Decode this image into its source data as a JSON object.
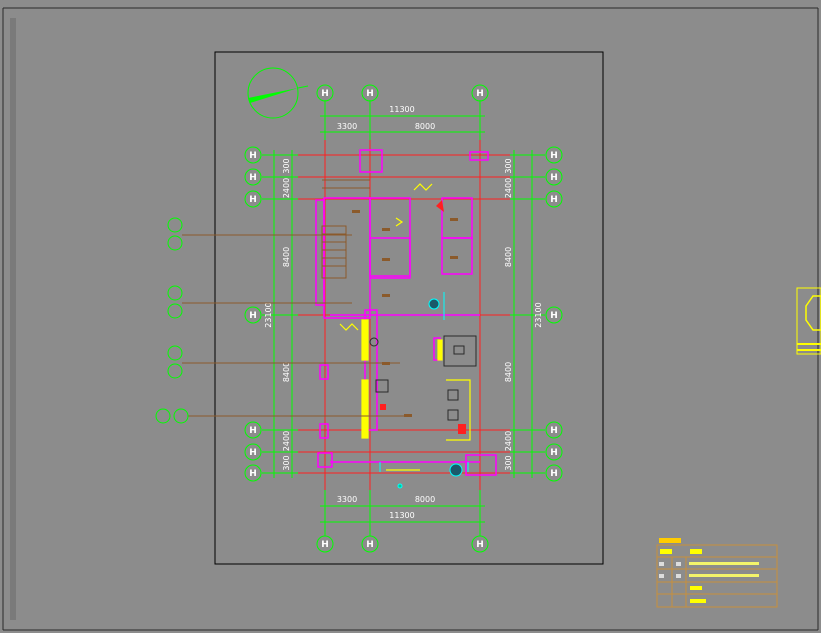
{
  "colors": {
    "background": "#8c8c8c",
    "dimension_line": "#00ff00",
    "axis_line": "#ff2020",
    "wall": "#ff00ff",
    "annotation": "#ffff00",
    "leader": "#8b5a2b",
    "cyan": "#00ffff",
    "title_block": "#c8903c"
  },
  "grid_labels": {
    "top": [
      "H",
      "H",
      "H"
    ],
    "bottom": [
      "H",
      "H",
      "H"
    ],
    "left": [
      "H",
      "H",
      "H",
      "H",
      "H",
      "H",
      "H"
    ],
    "right": [
      "H",
      "H",
      "H",
      "H",
      "H",
      "H",
      "H"
    ]
  },
  "dimensions": {
    "top_total": "11300",
    "top_left": "3300",
    "top_right": "8000",
    "bottom_total": "11300",
    "bottom_left": "3300",
    "bottom_right": "8000",
    "left_total": "23100",
    "right_total": "23100",
    "left_segments": [
      "300",
      "2400",
      "8400",
      "8400",
      "2400",
      "300"
    ],
    "right_segments": [
      "300",
      "2400",
      "8400",
      "8400",
      "2400",
      "300"
    ]
  },
  "north_arrow": {
    "icon": "north-arrow-icon"
  },
  "title_block": {
    "rows": [
      {
        "a": "",
        "b": "",
        "text": ""
      },
      {
        "a": "",
        "b": "",
        "text": ""
      },
      {
        "a": "",
        "b": "",
        "text": ""
      },
      {
        "a": "",
        "b": "",
        "text": ""
      },
      {
        "a": "",
        "b": "",
        "text": ""
      }
    ]
  }
}
